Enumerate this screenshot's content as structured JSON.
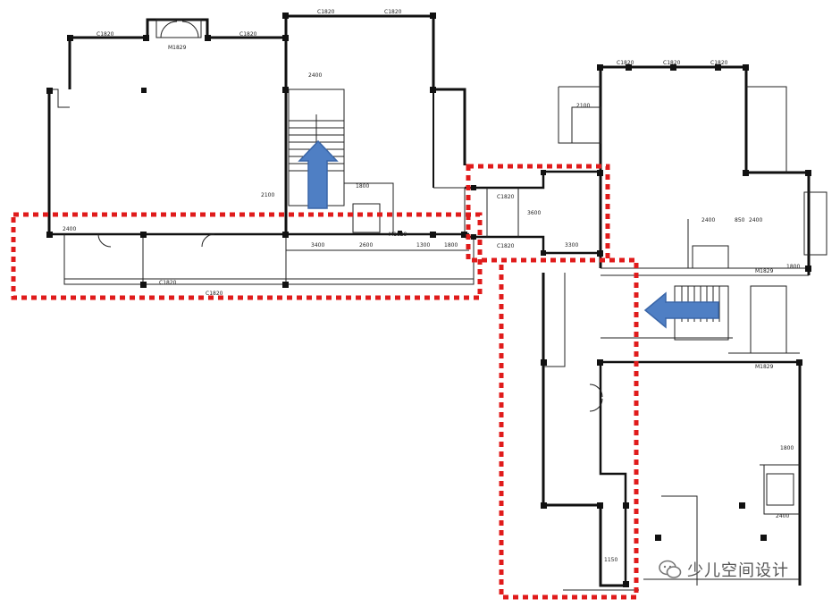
{
  "dimensions": [
    {
      "key": "c1",
      "text": "C1820"
    },
    {
      "key": "c2",
      "text": "C1820"
    },
    {
      "key": "c3",
      "text": "C1820"
    },
    {
      "key": "c4",
      "text": "C1820"
    },
    {
      "key": "c5",
      "text": "C1820"
    },
    {
      "key": "m1",
      "text": "M1829"
    },
    {
      "key": "d1",
      "text": "2400"
    },
    {
      "key": "d2",
      "text": "2100"
    },
    {
      "key": "d3",
      "text": "1800"
    },
    {
      "key": "d4",
      "text": "2400"
    },
    {
      "key": "d5",
      "text": "3400"
    },
    {
      "key": "d6",
      "text": "2600"
    },
    {
      "key": "d7",
      "text": "1300"
    },
    {
      "key": "d8",
      "text": "1800"
    },
    {
      "key": "d9",
      "text": "3300"
    },
    {
      "key": "d10",
      "text": "2400"
    },
    {
      "key": "d11",
      "text": "850"
    },
    {
      "key": "d12",
      "text": "2400"
    },
    {
      "key": "d13",
      "text": "1800"
    },
    {
      "key": "d14",
      "text": "1150"
    },
    {
      "key": "d15",
      "text": "2400"
    },
    {
      "key": "d16",
      "text": "3600"
    },
    {
      "key": "d17",
      "text": "2100"
    },
    {
      "key": "d18",
      "text": "1800"
    },
    {
      "key": "m2",
      "text": "M1829"
    },
    {
      "key": "m3",
      "text": "M1829"
    },
    {
      "key": "m4",
      "text": "M1829"
    },
    {
      "key": "c6",
      "text": "C1820"
    },
    {
      "key": "c7",
      "text": "C1820"
    },
    {
      "key": "c8",
      "text": "C1820"
    },
    {
      "key": "c9",
      "text": "C1820"
    },
    {
      "key": "c10",
      "text": "C1820"
    },
    {
      "key": "c11",
      "text": "C1820"
    }
  ],
  "watermark": {
    "text": "少儿空间设计"
  },
  "colors": {
    "highlight": "#e01b1b",
    "arrow_fill": "#4f7fc4",
    "arrow_stroke": "#3a66a8",
    "wall": "#111111"
  },
  "icons": {
    "arrow_up": "circulation-arrow-up-icon",
    "arrow_left": "circulation-arrow-left-icon",
    "brand": "wechat-icon"
  }
}
